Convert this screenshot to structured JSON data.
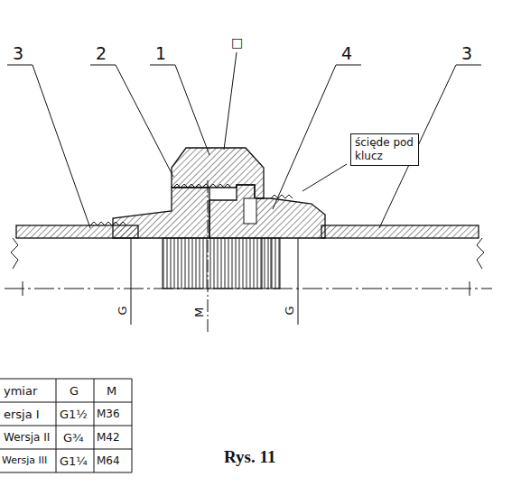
{
  "diagram": {
    "caption": "Rys. 11",
    "nodes": [
      {
        "text": [
          "ścięde pod klucz"
        ]
      }
    ],
    "labels": [
      "3",
      "2",
      "1",
      "4",
      "3",
      "□",
      "G",
      "M",
      "G",
      "ymiar",
      "G",
      "M",
      "ersja I",
      "G1½",
      "M36",
      "Wersja II",
      "G¾",
      "M42",
      "Wersja III",
      "G1¼",
      "M64"
    ]
  }
}
